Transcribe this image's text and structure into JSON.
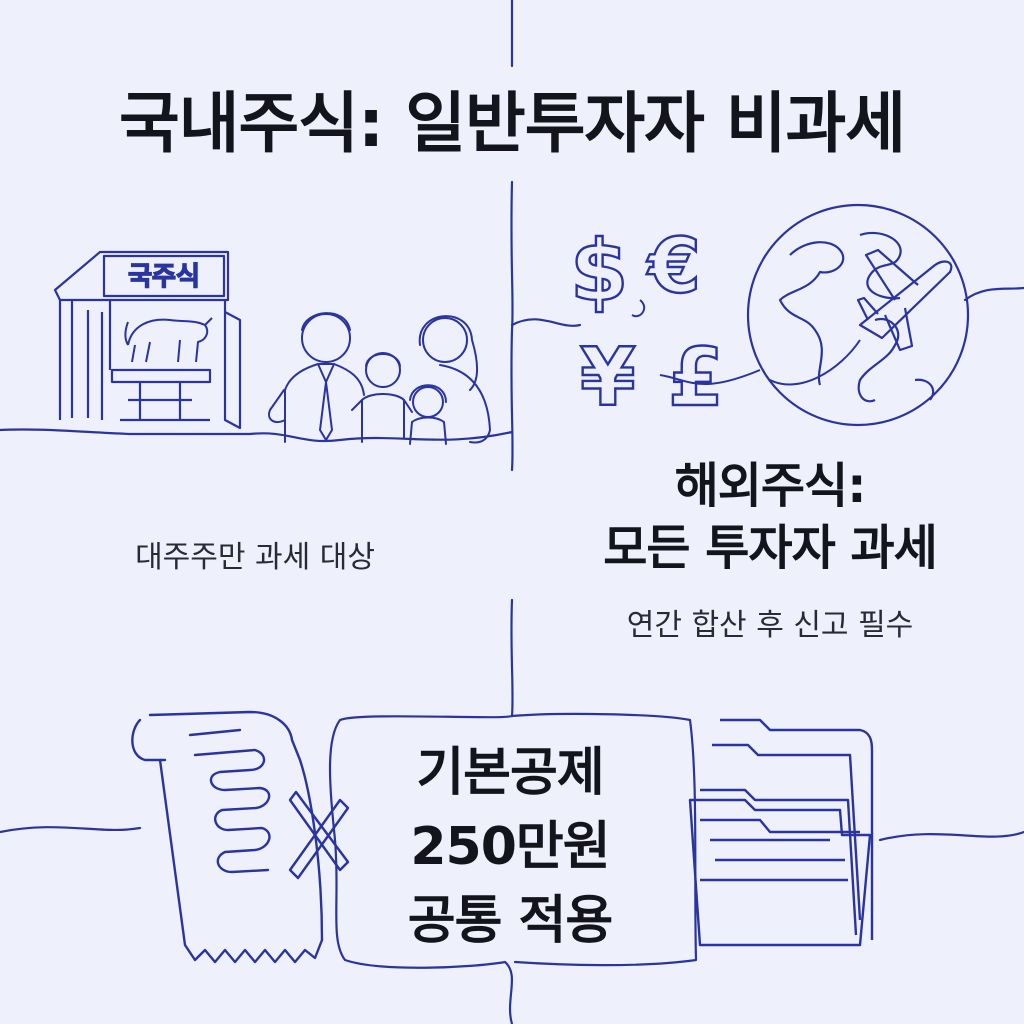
{
  "title": "국내주식: 일반투자자 비과세",
  "domestic": {
    "building_sign": "국주식",
    "note": "대주주만 과세 대상"
  },
  "foreign": {
    "title_line1": "해외주식:",
    "title_line2": "모든 투자자 과세",
    "note": "연간 합산 후 신고 필수",
    "currency_symbols": [
      "$",
      "€",
      "¥",
      "£"
    ]
  },
  "deduction": {
    "line1": "기본공제",
    "line2": "250만원",
    "line3": "공통 적용"
  },
  "colors": {
    "background": "#eef0fb",
    "line_art": "#2a34a0",
    "text": "#14141c"
  },
  "icons": [
    "stock-exchange-building-icon",
    "bull-icon",
    "family-icon",
    "currency-symbols-icon",
    "globe-icon",
    "airplane-icon",
    "tax-receipt-icon",
    "folder-icon"
  ]
}
